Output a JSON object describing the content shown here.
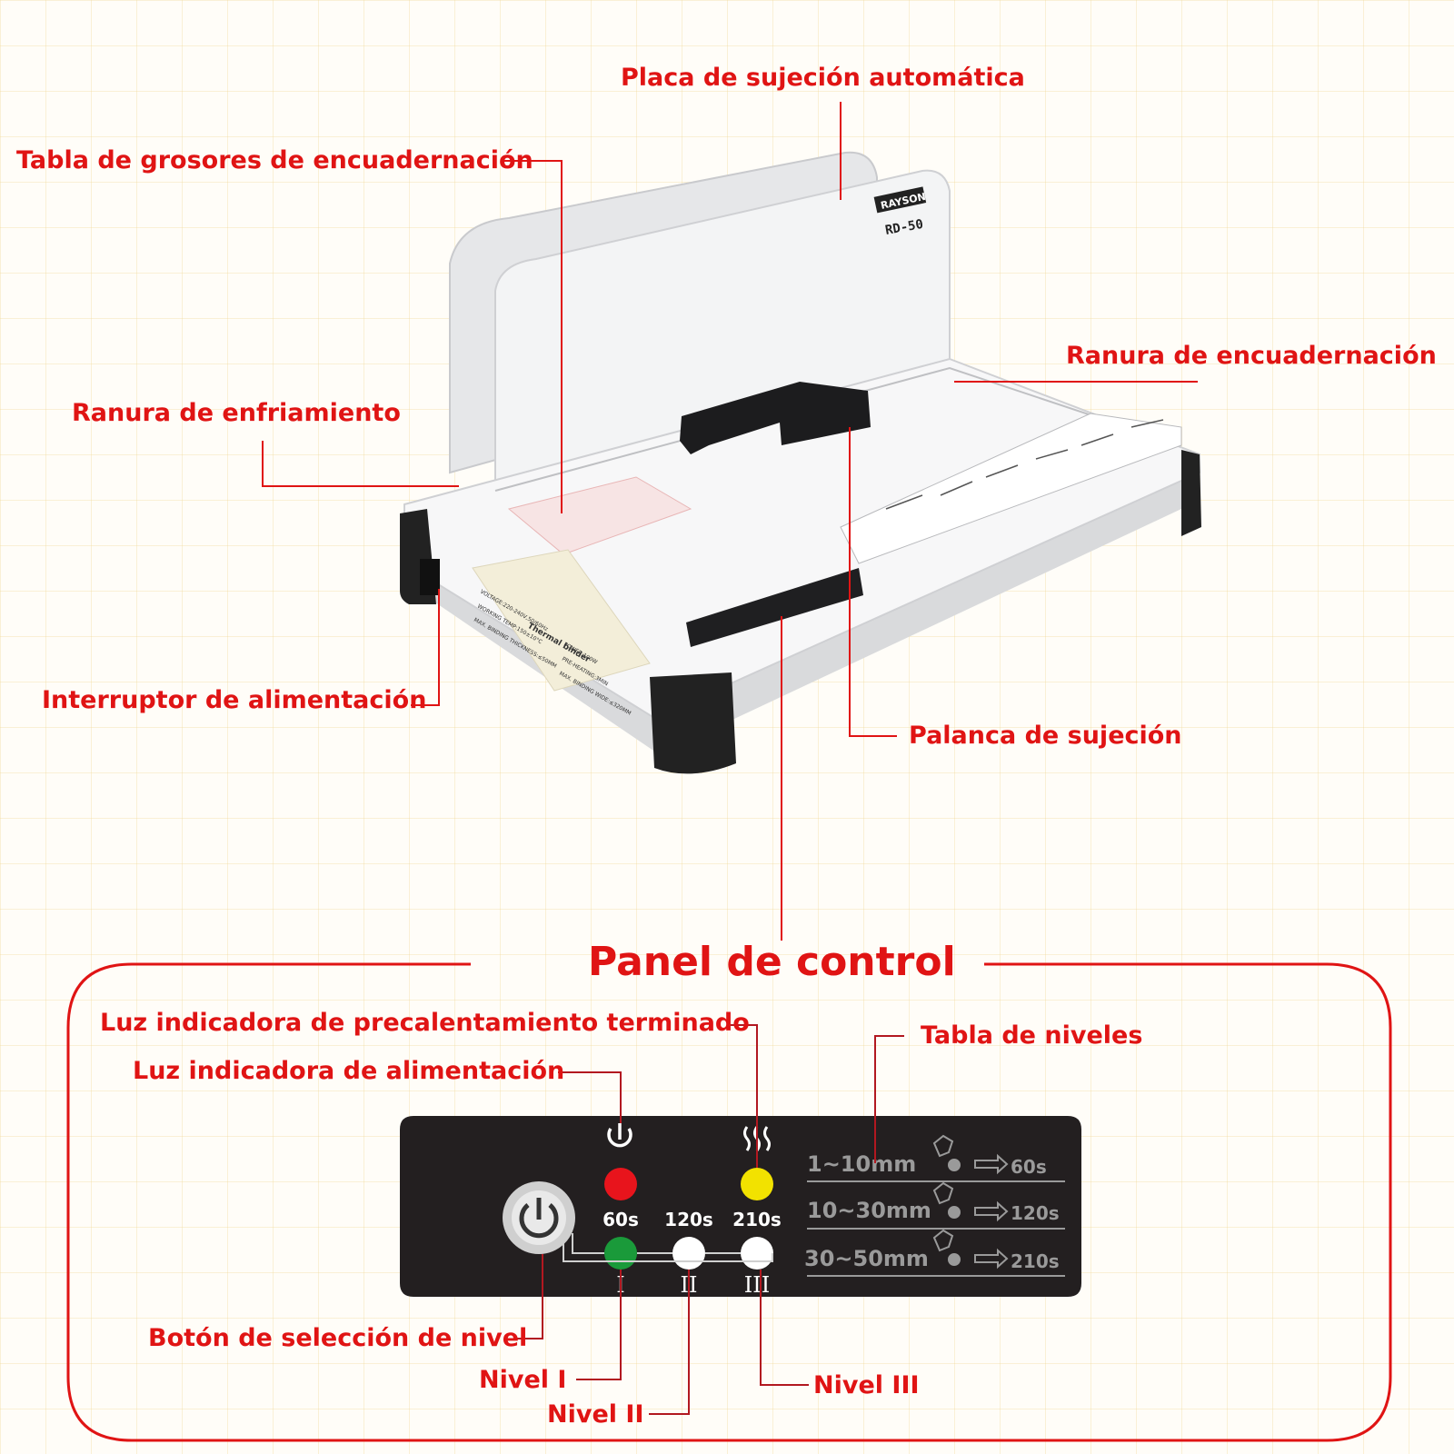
{
  "machine": {
    "brand": "RAYSON",
    "model": "RD-50",
    "spec_title": "Thermal binder",
    "spec_left": [
      "VOLTAGE:220-240V,50/60Hz",
      "WORKING TEMP:150±10°C",
      "MAX. BINDING THICKNESS:≤50MM"
    ],
    "spec_right": [
      "POWER:100W",
      "PRE-HEATING:3MIN",
      "MAX. BINDING WIDE:≤320MM"
    ]
  },
  "labels": {
    "clamp_plate": "Placa de sujeción automática",
    "thickness_table": "Tabla de grosores de encuadernación",
    "binding_slot": "Ranura de encuadernación",
    "cooling_slot": "Ranura de enfriamiento",
    "power_switch": "Interruptor de alimentación",
    "clamp_lever": "Palanca de sujeción"
  },
  "control_panel": {
    "title": "Panel de control",
    "preheat_light": "Luz indicadora de precalentamiento terminado",
    "power_light": "Luz indicadora de alimentación",
    "level_table": "Tabla de niveles",
    "level_button": "Botón de selección de nivel",
    "level_1": "Nivel I",
    "level_2": "Nivel II",
    "level_3": "Nivel III",
    "times": [
      "60s",
      "120s",
      "210s"
    ],
    "numerals": [
      "I",
      "II",
      "III"
    ],
    "table_rows": [
      {
        "range": "1~10mm",
        "time": "60s"
      },
      {
        "range": "10~30mm",
        "time": "120s"
      },
      {
        "range": "30~50mm",
        "time": "210s"
      }
    ],
    "colors": {
      "power_light": "#e8141c",
      "preheat_light": "#f2e200",
      "level_1_light": "#1a9a3a",
      "accent": "#e01414"
    }
  }
}
